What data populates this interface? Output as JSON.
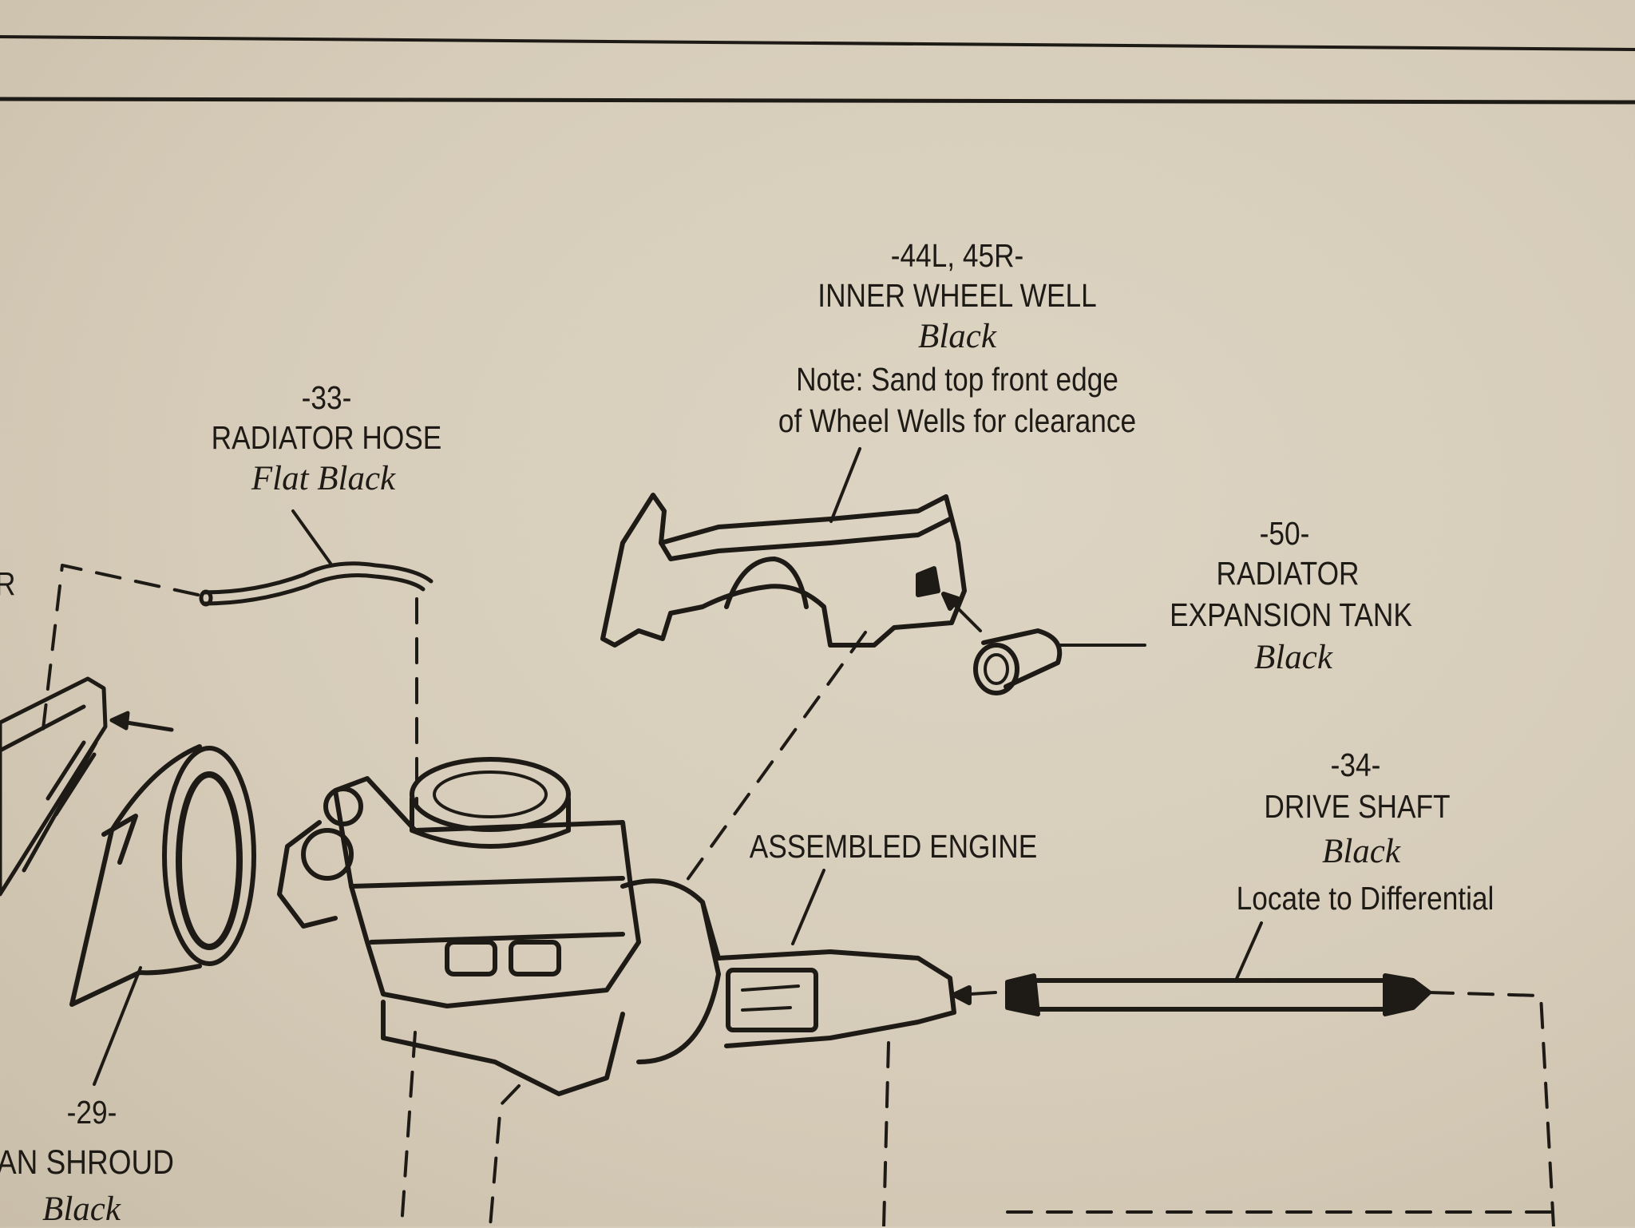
{
  "parts": {
    "wheel_well": {
      "number": "-44L, 45R-",
      "name": "INNER WHEEL WELL",
      "color": "Black",
      "note_line1": "Note: Sand top front edge",
      "note_line2": "of Wheel Wells for clearance"
    },
    "radiator_hose": {
      "number": "-33-",
      "name": "RADIATOR HOSE",
      "color": "Flat Black"
    },
    "radiator_partial": {
      "name_fragment": "R"
    },
    "expansion_tank": {
      "number": "-50-",
      "name_line1": "RADIATOR",
      "name_line2": "EXPANSION TANK",
      "color": "Black"
    },
    "engine": {
      "name": "ASSEMBLED ENGINE"
    },
    "drive_shaft": {
      "number": "-34-",
      "name": "DRIVE SHAFT",
      "color": "Black",
      "note": "Locate to Differential"
    },
    "fan_shroud": {
      "number": "-29-",
      "name": "AN SHROUD",
      "color": "Black"
    }
  },
  "style": {
    "ink": "#1e1a16",
    "paper": "#d9cfbd"
  }
}
